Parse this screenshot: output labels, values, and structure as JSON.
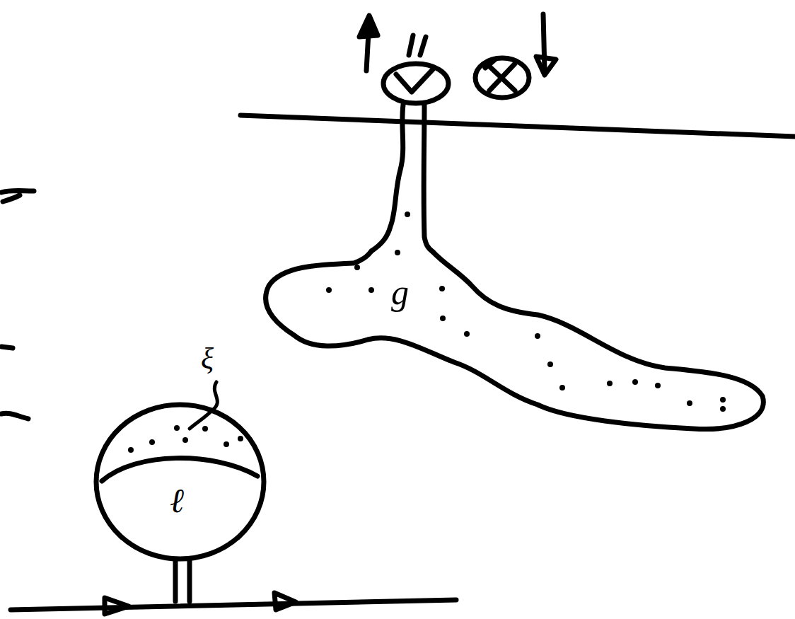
{
  "diagram": {
    "nodes": [
      {
        "text": [
          "ℓ"
        ]
      },
      {
        "text": [
          "g"
        ]
      }
    ],
    "labels": [
      "ξ"
    ]
  }
}
